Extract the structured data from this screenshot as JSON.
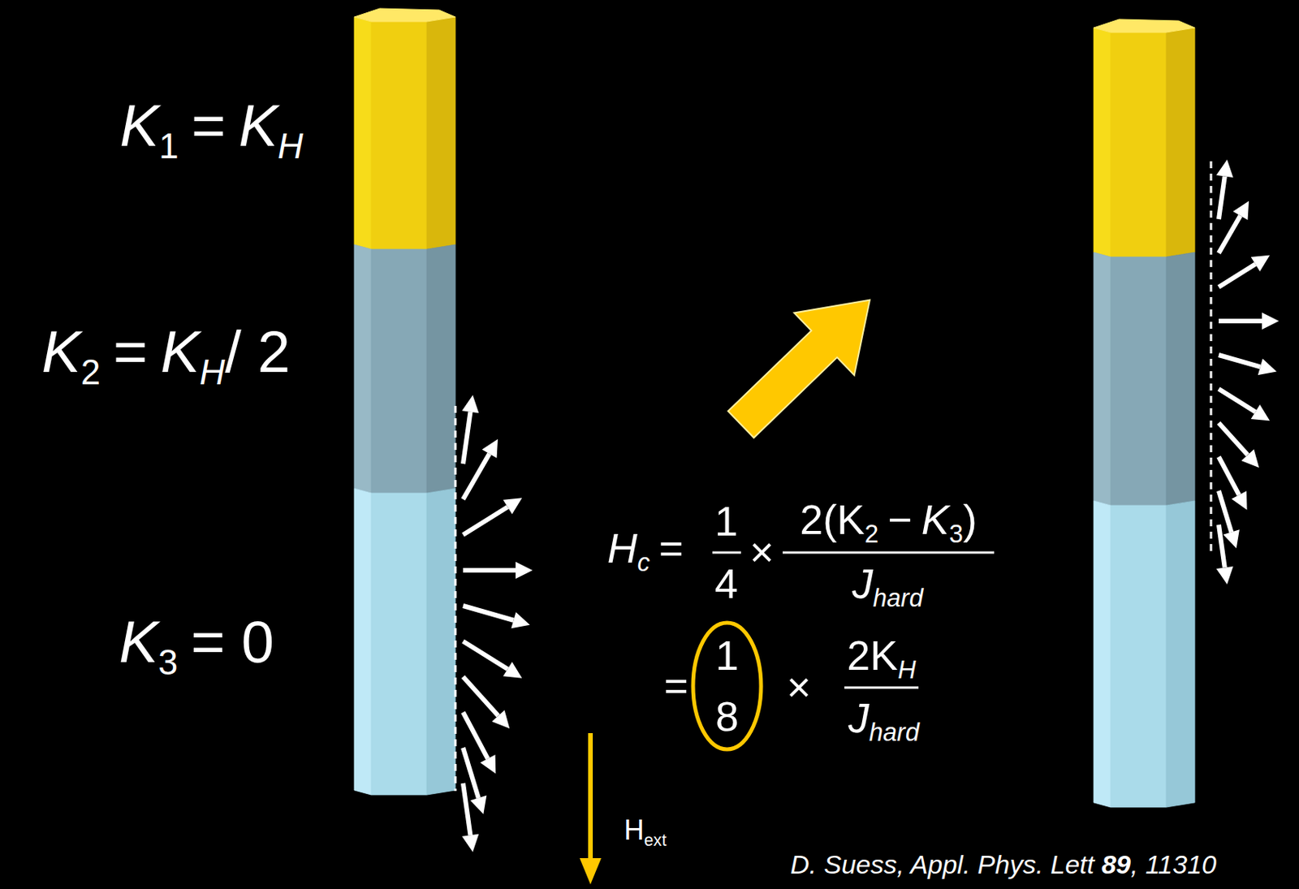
{
  "diagram": {
    "labels": [
      "K",
      "1",
      "=",
      "K",
      "H",
      "K",
      "2",
      "=",
      "K",
      "H",
      "/ 2",
      "K",
      "3",
      "= 0",
      "H",
      "c",
      "=",
      "1",
      "4",
      "×",
      "2(K",
      "2",
      "−",
      "K",
      "3",
      ")",
      "J",
      "hard",
      "=",
      "1",
      "8",
      "×",
      "2K",
      "H",
      "J",
      "hard",
      "H",
      "ext",
      "D. Suess, Appl. Phys. Lett ",
      "89",
      ", 11310"
    ]
  }
}
